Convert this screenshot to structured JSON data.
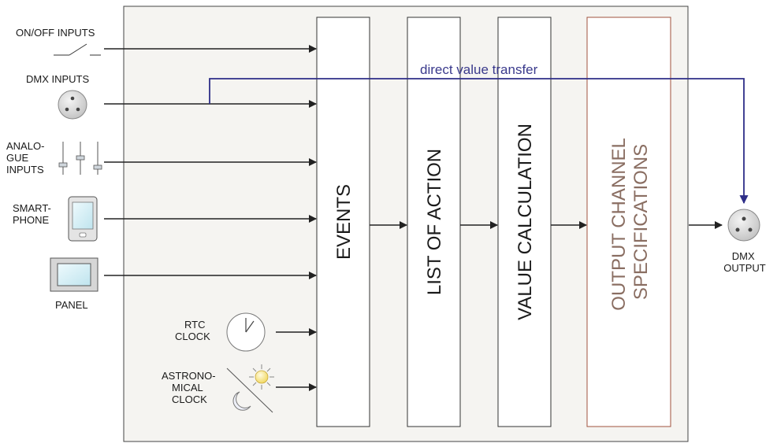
{
  "inputs": {
    "onoff": "ON/OFF INPUTS",
    "dmx": "DMX INPUTS",
    "analogue": [
      "ANALO-",
      "GUE",
      "INPUTS"
    ],
    "smartphone": [
      "SMART-",
      "PHONE"
    ],
    "panel": "PANEL",
    "rtc": [
      "RTC",
      "CLOCK"
    ],
    "astro": [
      "ASTRONO-",
      "MICAL",
      "CLOCK"
    ]
  },
  "stages": {
    "events": "EVENTS",
    "list_of_action": "LIST OF ACTION",
    "value_calculation": "VALUE CALCULATION",
    "output_channel": [
      "OUTPUT CHANNEL",
      "SPECIFICATIONS"
    ]
  },
  "direct_transfer": "direct value transfer",
  "output": [
    "DMX",
    "OUTPUT"
  ],
  "colors": {
    "frame_fill": "#f5f4f1",
    "frame_stroke": "#444444",
    "stage_stroke": "#333333",
    "output_stage_stroke": "#a0523d",
    "output_text": "#8a6e62",
    "transfer_line": "#2e2e88",
    "icon_fill": "#d9d9d9",
    "screen_fill": "#dff2f7",
    "sun": "#f6e37a"
  }
}
